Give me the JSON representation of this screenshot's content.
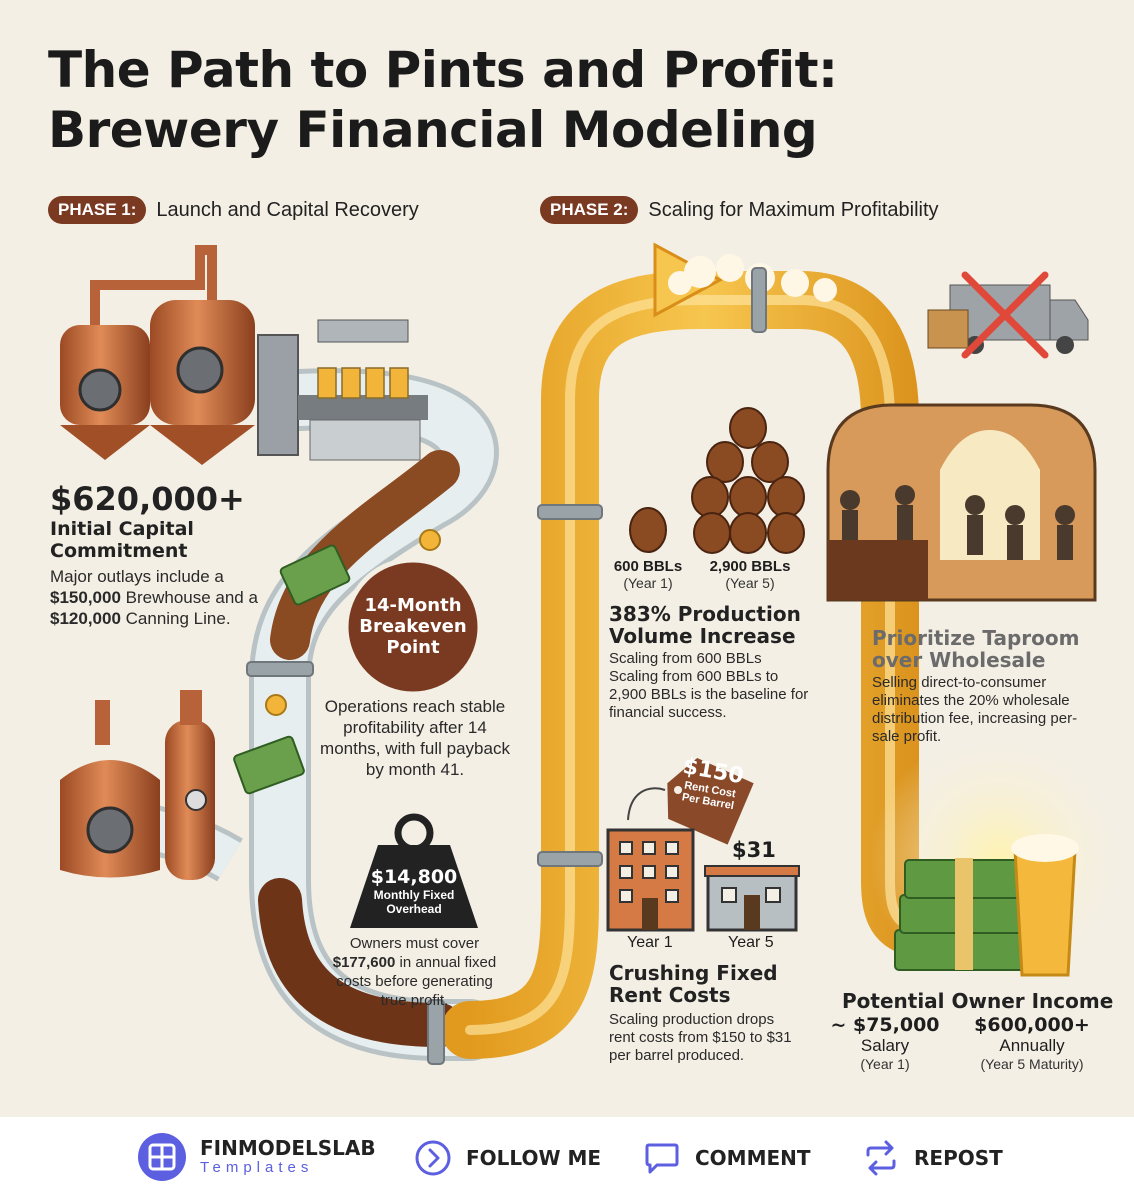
{
  "title_line1": "The Path to Pints and Profit:",
  "title_line2": "Brewery Financial Modeling",
  "phase1": {
    "badge": "PHASE 1:",
    "text": "Launch and Capital Recovery"
  },
  "phase2": {
    "badge": "PHASE 2:",
    "text": "Scaling for Maximum Profitability"
  },
  "capital": {
    "amount": "$620,000+",
    "label_line1": "Initial Capital",
    "label_line2": "Commitment",
    "desc_a": "Major outlays include a ",
    "desc_b": "$150,000",
    "desc_c": " Brewhouse and a ",
    "desc_d": "$120,000",
    "desc_e": " Canning Line."
  },
  "breakeven": {
    "line1": "14-Month",
    "line2": "Breakeven",
    "line3": "Point",
    "desc": "Operations reach stable profitability after 14 months, with full payback by month 41."
  },
  "overhead": {
    "amount": "$14,800",
    "label_line1": "Monthly Fixed",
    "label_line2": "Overhead",
    "desc_a": "Owners must cover ",
    "desc_b": "$177,600",
    "desc_c": " in annual fixed costs before generating true profit."
  },
  "production": {
    "y1_value": "600 BBLs",
    "y1_label": "(Year 1)",
    "y5_value": "2,900 BBLs",
    "y5_label": "(Year 5)",
    "heading_line1": "383% Production",
    "heading_line2": "Volume Increase",
    "desc": "Scaling from 600 BBLs Scaling from 600 BBLs to 2,900 BBLs is the baseline for financial success."
  },
  "rent": {
    "tag_amount": "$150",
    "tag_line1": "Rent Cost",
    "tag_line2": "Per Barrel",
    "y5_amount": "$31",
    "y1_label": "Year 1",
    "y5_label": "Year 5",
    "heading_line1": "Crushing Fixed",
    "heading_line2": "Rent Costs",
    "desc": "Scaling production drops rent costs from $150 to $31 per barrel produced."
  },
  "taproom": {
    "heading_line1": "Prioritize Taproom",
    "heading_line2": "over Wholesale",
    "desc": "Selling direct-to-consumer eliminates the 20% wholesale distribution fee, increasing per-sale profit."
  },
  "income": {
    "heading": "Potential Owner Income",
    "salary_amount": "~ $75,000",
    "salary_label": "Salary",
    "salary_sub": "(Year 1)",
    "annual_amount": "$600,000+",
    "annual_label": "Annually",
    "annual_sub": "(Year 5 Maturity)"
  },
  "footer": {
    "brand_name": "FINMODELSLAB",
    "brand_sub": "Templates",
    "follow": "FOLLOW ME",
    "comment": "COMMENT",
    "repost": "REPOST"
  },
  "colors": {
    "copper": "#c8713f",
    "beer": "#f2b53a",
    "badge": "#7a3a22",
    "brand_blue": "#5b5fe0"
  }
}
